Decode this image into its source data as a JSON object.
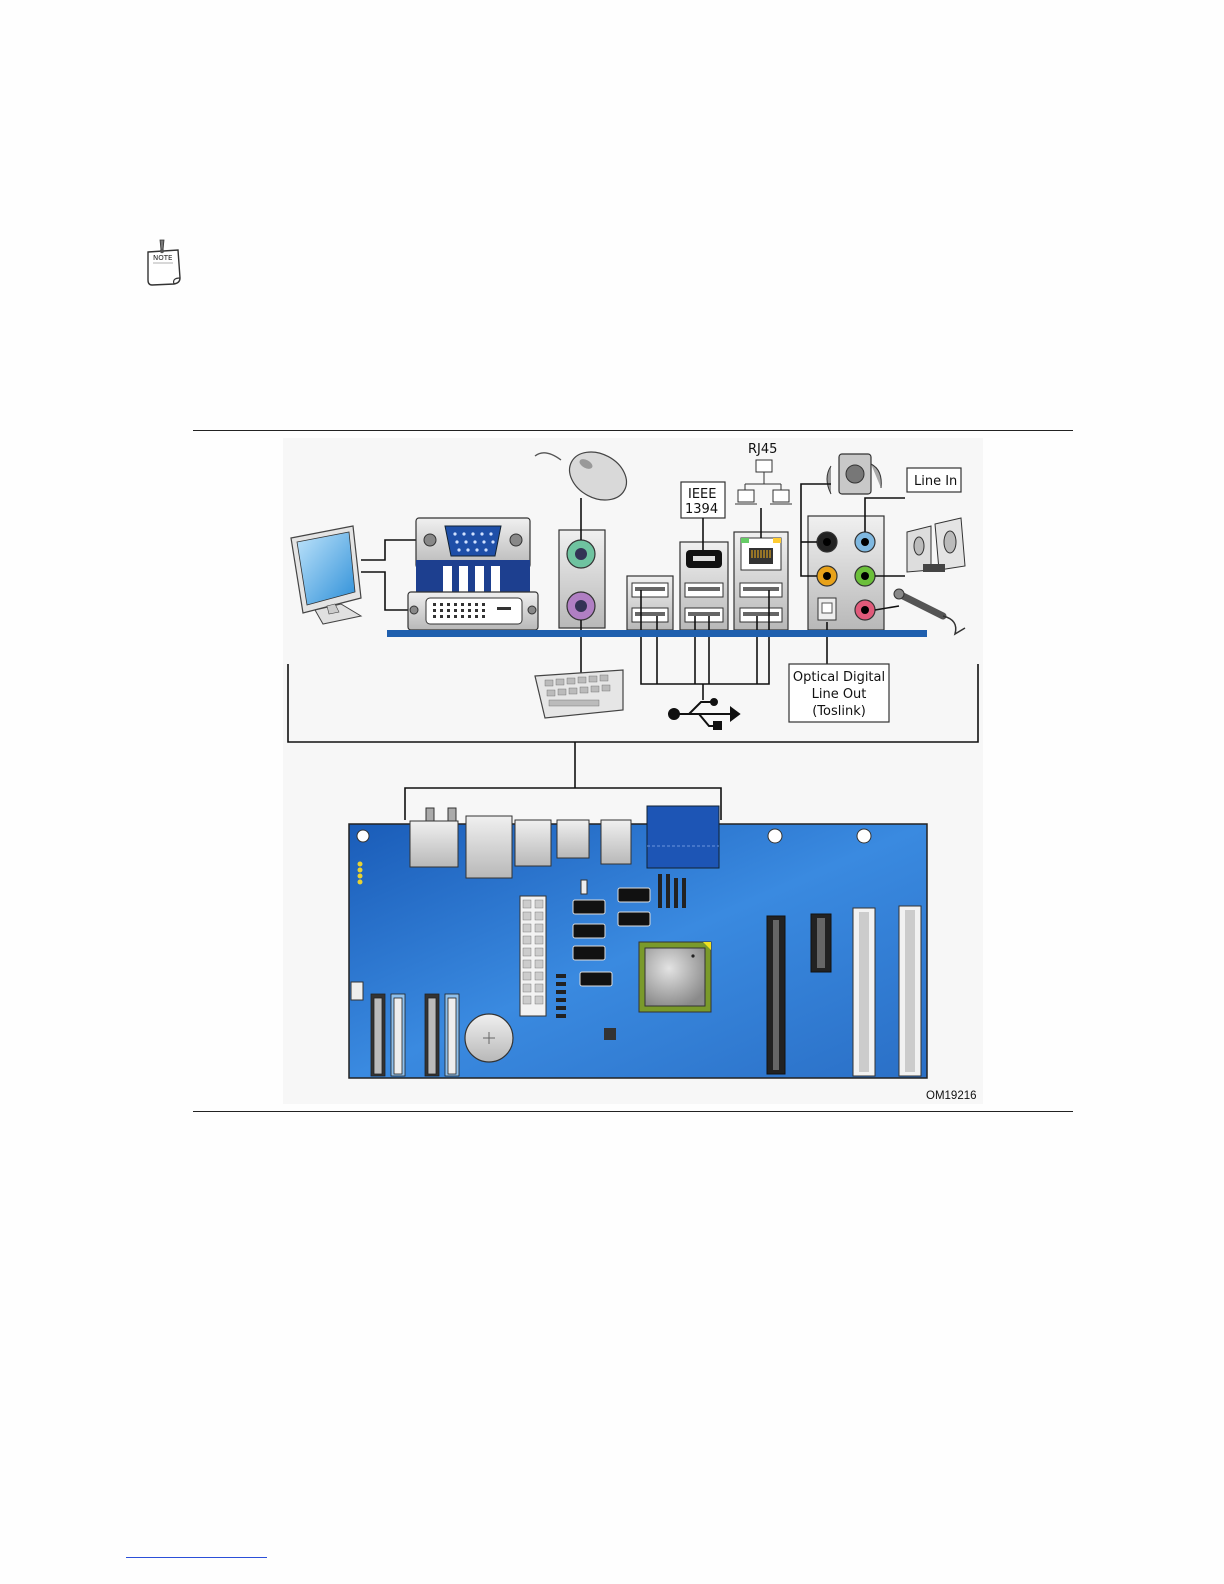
{
  "note_icon": {
    "name": "note-icon",
    "label": "NOTE"
  },
  "figure": {
    "labels": {
      "rj45": "RJ45",
      "ieee_line1": "IEEE",
      "ieee_line2": "1394",
      "line_in": "Line In",
      "optical_line1": "Optical Digital",
      "optical_line2": "Line Out",
      "optical_line3": "(Toslink)",
      "figure_id": "OM19216"
    },
    "colors": {
      "board_blue": "#2f7bd6",
      "rail_blue": "#1f5fae",
      "ps2_mouse": "#6fc3a0",
      "ps2_keyboard": "#b07fc3",
      "audio_orange": "#e8a21a",
      "audio_green": "#6bbf3a",
      "audio_pink": "#e05a7a",
      "audio_lightblue": "#7fb8e0",
      "chip_green": "#7a9a2a"
    }
  }
}
